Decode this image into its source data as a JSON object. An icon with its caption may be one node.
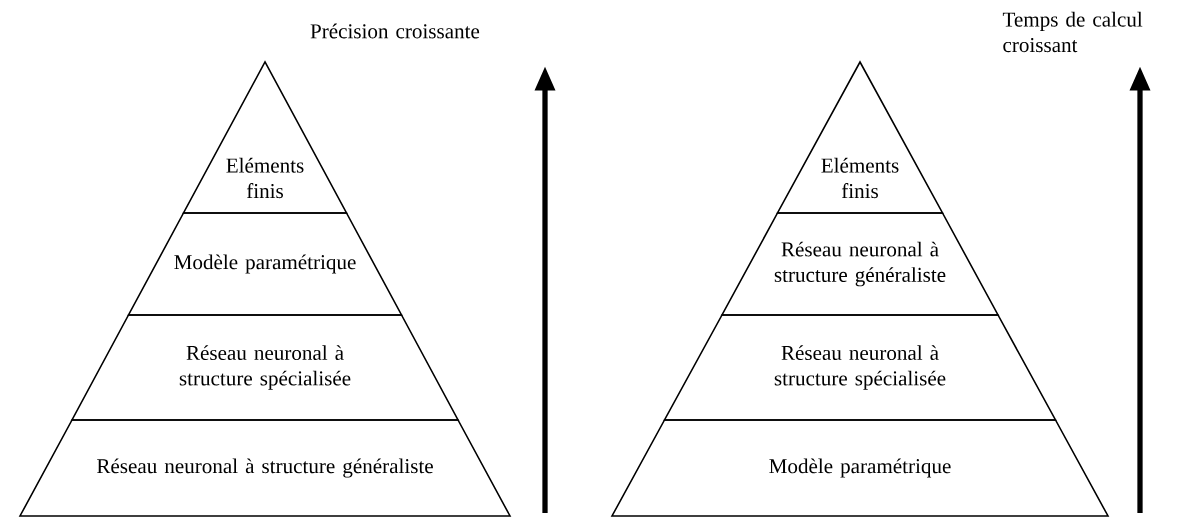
{
  "diagram": {
    "nodes": [
      {
        "text": [
          "Eléments finis"
        ]
      },
      {
        "text": [
          "Modèle paramétrique"
        ]
      },
      {
        "text": [
          "Réseau neuronal à structure spécialisée"
        ]
      },
      {
        "text": [
          "Réseau neuronal à structure généraliste"
        ]
      },
      {
        "text": [
          "Eléments finis"
        ]
      },
      {
        "text": [
          "Réseau neuronal à structure généraliste"
        ]
      },
      {
        "text": [
          "Réseau neuronal à structure spécialisée"
        ]
      },
      {
        "text": [
          "Modèle paramétrique"
        ]
      }
    ],
    "labels": [
      "Précision croissante",
      "Temps de calcul croissant"
    ]
  }
}
